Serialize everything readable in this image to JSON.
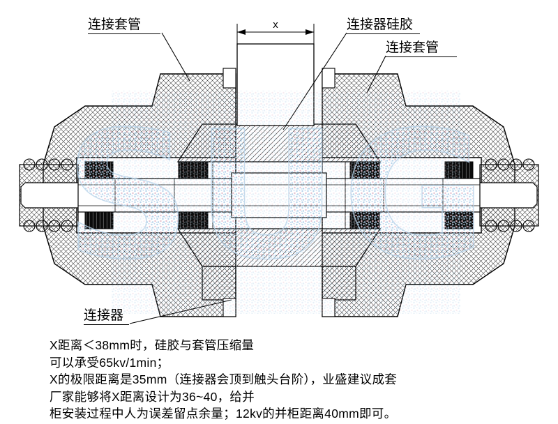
{
  "diagram": {
    "labels": {
      "sleeve_top_left": "连接套管",
      "silicone": "连接器硅胶",
      "sleeve_right": "连接套管",
      "connector": "连接器",
      "dimension_x": "x"
    },
    "watermark": {
      "text": "SUG"
    },
    "colors": {
      "line": "#000000",
      "hatch": "#3a3a3a",
      "watermark_blue": "#a9cbe6",
      "watermark_pink": "#e3b9c9",
      "background": "#ffffff"
    },
    "notes": {
      "line1": "X距离＜38mm时，硅胶与套管压缩量",
      "line2": "可以承受65kv/1min；",
      "line3": "X的极限距离是35mm（连接器会顶到触头台阶），业盛建议成套",
      "line4": "厂家能够将X距离设计为36~40，给并",
      "line5": "柜安装过程中人为误差留点余量；12kv的并柜距离40mm即可。"
    }
  }
}
